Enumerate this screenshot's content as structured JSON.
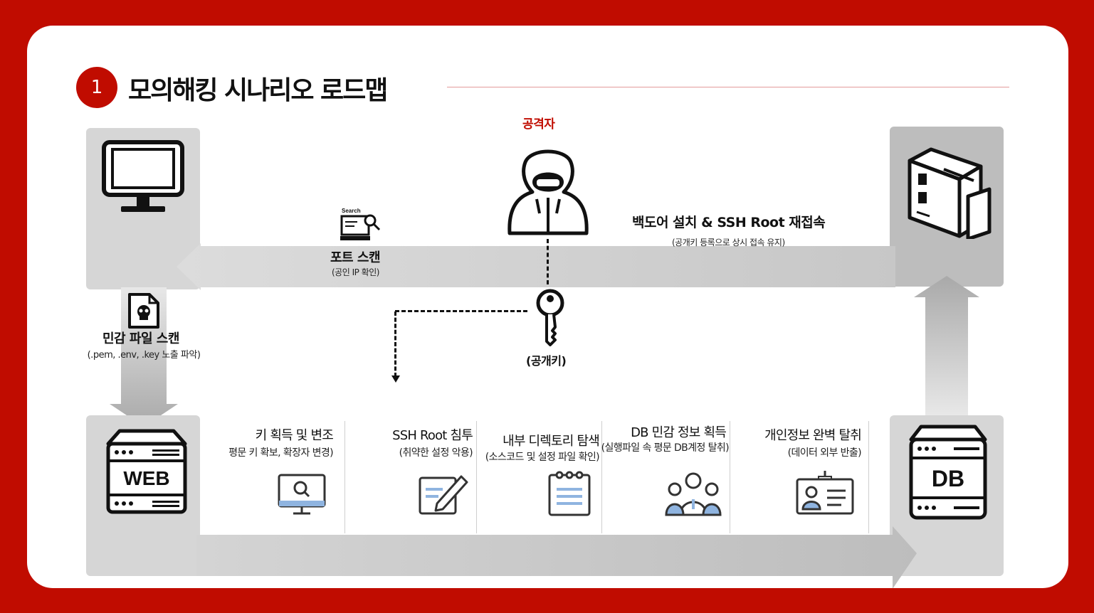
{
  "header": {
    "number": "1",
    "title": "모의해킹 시나리오 로드맵"
  },
  "attacker": {
    "label": "공격자",
    "key_label": "(공개키)"
  },
  "port_scan": {
    "title": "포트 스캔",
    "sub": "(공인 IP 확인)",
    "icon_text": "Search"
  },
  "backdoor": {
    "title": "백도어 설치 &  SSH Root 재접속",
    "sub": "(공개키 등록으로 상시 접속  유지)"
  },
  "file_scan": {
    "title": "민감 파일 스캔",
    "sub": "(.pem, .env, .key 노출 파악)"
  },
  "web": {
    "label": "WEB"
  },
  "db": {
    "label": "DB"
  },
  "steps": [
    {
      "title": "키 획득 및 변조",
      "sub": "평문 키 확보, 확장자 변경)"
    },
    {
      "title": "SSH Root 침투",
      "sub": "(취약한 설정 악용)"
    },
    {
      "title": "내부 디렉토리 탐색",
      "sub": "(소스코드 및 설정 파일 확인)"
    },
    {
      "title": "DB 민감 정보 획득",
      "sub": "(실행파일 속 평문 DB계정 탈취)"
    },
    {
      "title": "개인정보 완벽 탈취",
      "sub": "(데이터 외부 반출)"
    }
  ],
  "colors": {
    "accent": "#c00c00",
    "panel": "#d6d6d6",
    "arrow": "#c9c9c9"
  }
}
